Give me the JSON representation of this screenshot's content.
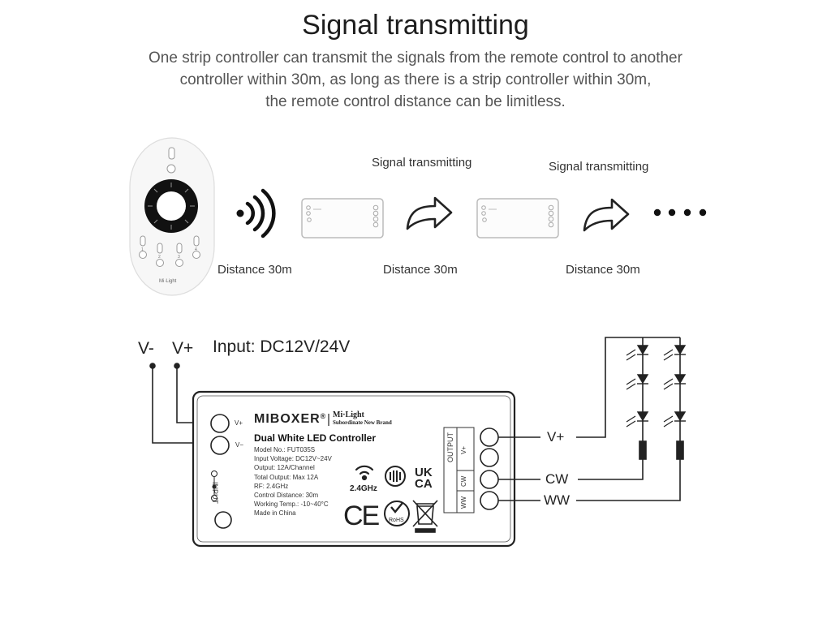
{
  "title": "Signal transmitting",
  "description": [
    "One strip controller can transmit the signals from the remote control to another",
    "controller within 30m, as long as there is a strip controller within 30m,",
    "the remote control distance can be limitless."
  ],
  "relay": {
    "signal_label_1": "Signal transmitting",
    "signal_label_2": "Signal transmitting",
    "distance_1": "Distance 30m",
    "distance_2": "Distance 30m",
    "distance_3": "Distance 30m",
    "remote_brand": "Mi·Light",
    "remote_zone_numbers": [
      "1",
      "2",
      "3",
      "4"
    ]
  },
  "wiring": {
    "terminal_minus": "V-",
    "terminal_plus": "V+",
    "input_label": "Input: DC12V/24V",
    "output_v_plus": "V+",
    "output_cw": "CW",
    "output_ww": "WW"
  },
  "controller": {
    "brand": "MIBOXER",
    "brand_mark": "®",
    "sub_brand": "Mi·Light",
    "sub_brand_tagline": "Subordinate New Brand",
    "product_title": "Dual White LED Controller",
    "specs": [
      "Model No.: FUT035S",
      "Input Voltage: DC12V~24V",
      "Output: 12A/Channel",
      "Total Output: Max 12A",
      "RF: 2.4GHz",
      "Control Distance: 30m",
      "Working Temp.: -10~40°C",
      "Made in China"
    ],
    "input_terminal_plus": "V+",
    "input_terminal_minus": "V−",
    "input_side_label": "INPUT",
    "output_side_label": "OUTPUT",
    "output_terminals": [
      "V+",
      "CW",
      "WW"
    ],
    "rf_label": "2.4GHz",
    "ukca": "UK CA",
    "ce": "CE",
    "rohs": "RoHS"
  },
  "colors": {
    "line": "#222222",
    "light_line": "#bbbbbb",
    "remote_dark": "#111111"
  }
}
